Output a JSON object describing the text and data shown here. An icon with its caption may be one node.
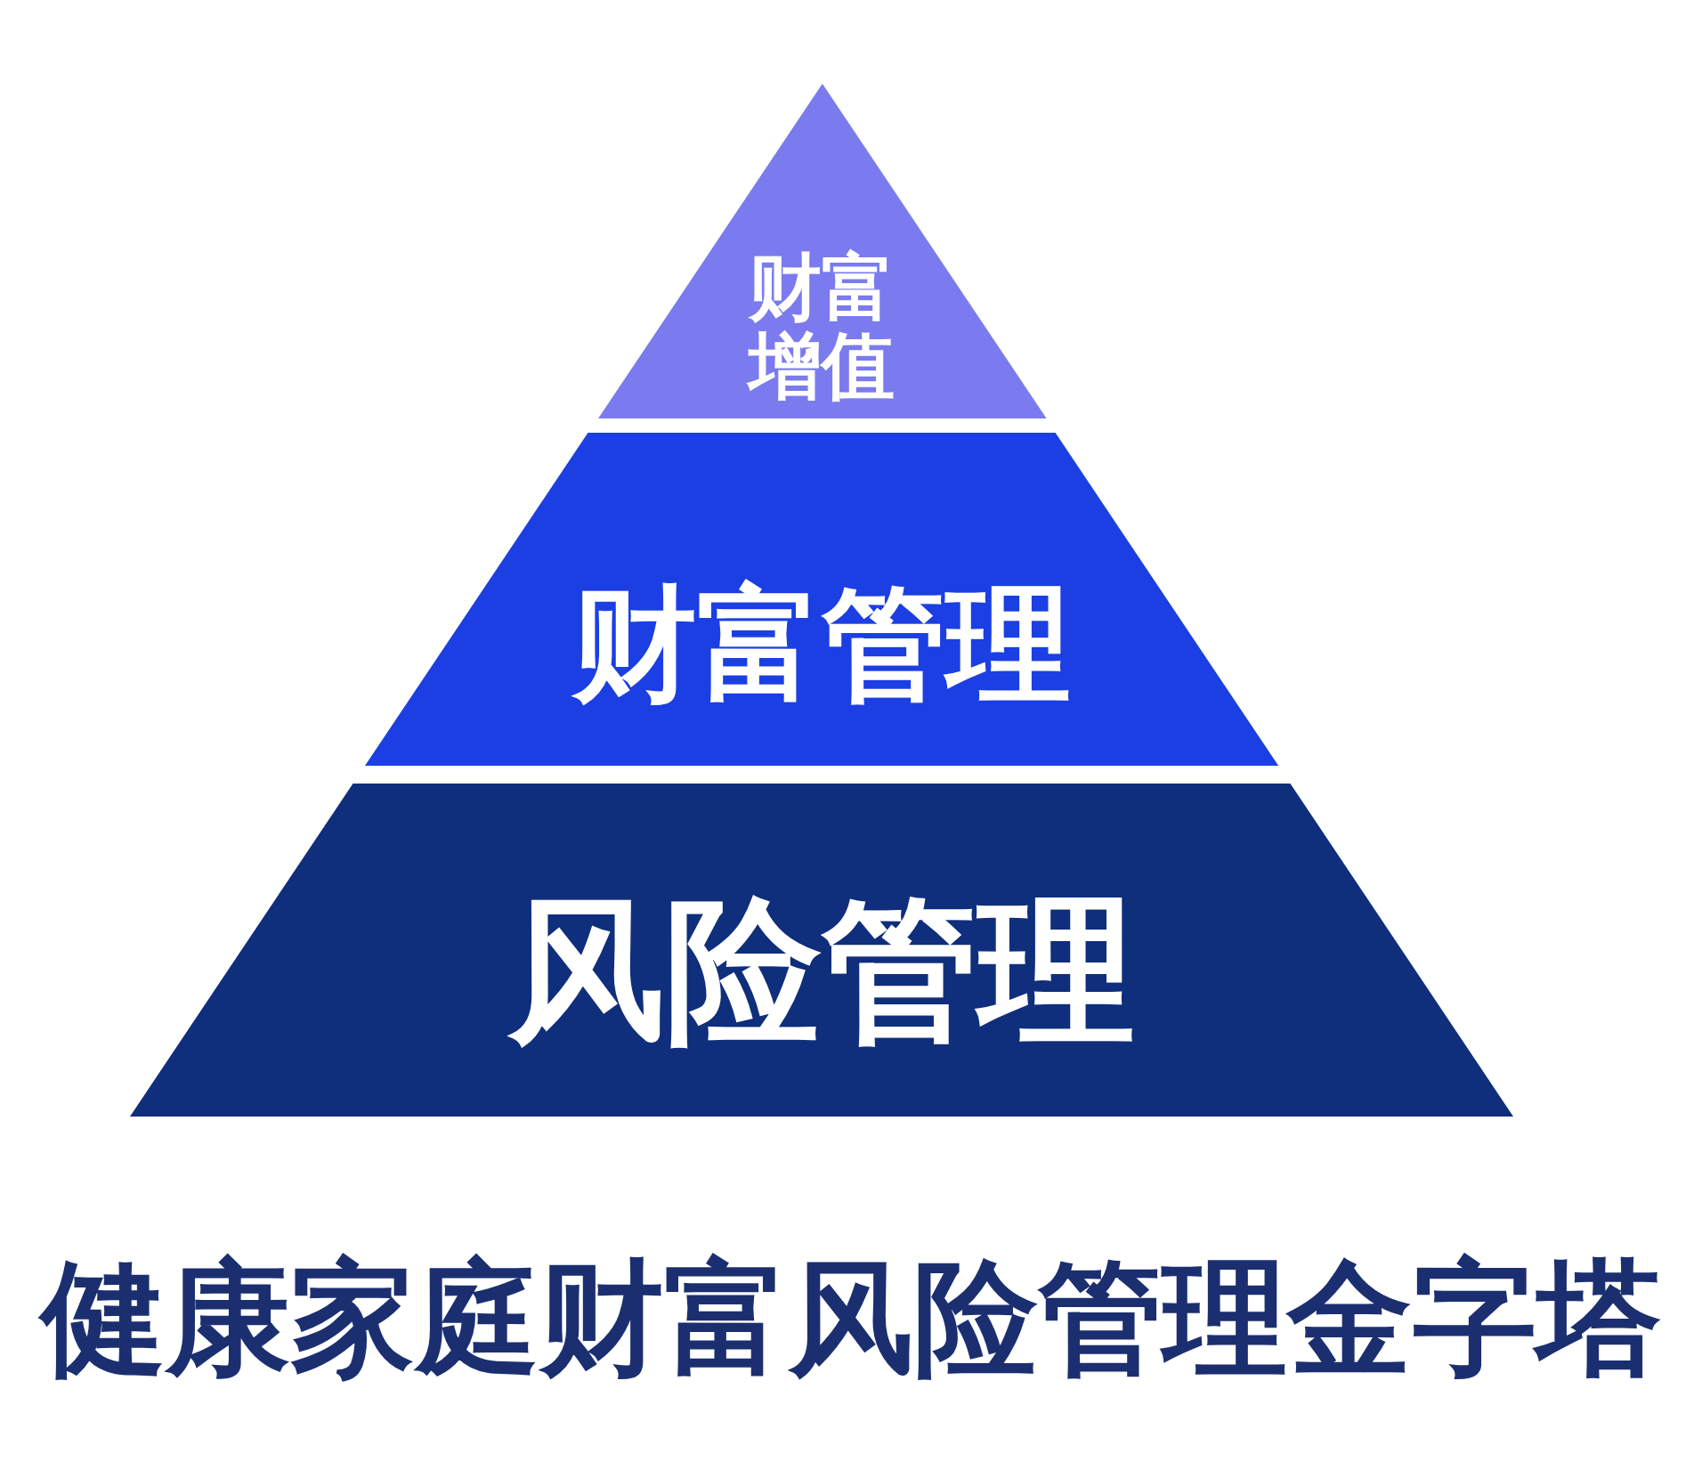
{
  "diagram": {
    "caption": "健康家庭财富风险管理金字塔",
    "nodes": [
      {
        "text": [
          "财富增值"
        ]
      },
      {
        "text": [
          "财富管理"
        ]
      },
      {
        "text": [
          "风险管理"
        ]
      }
    ]
  }
}
